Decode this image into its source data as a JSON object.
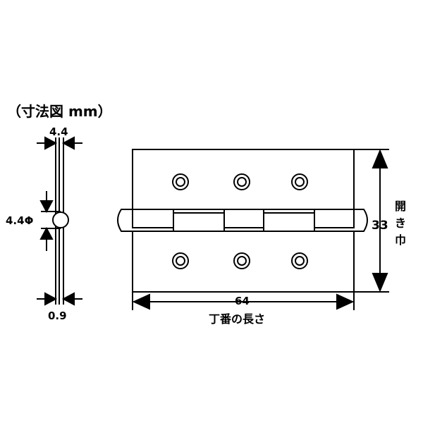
{
  "title": "（寸法図 mm）",
  "side_view": {
    "leaf_thickness": "4.4",
    "pin_diameter": "4.4Φ",
    "plate_thickness": "0.9"
  },
  "front_view": {
    "width_value": "33",
    "width_caption_lines": [
      "開",
      "き",
      "巾"
    ],
    "length_value": "64",
    "length_caption": "丁番の長さ"
  }
}
